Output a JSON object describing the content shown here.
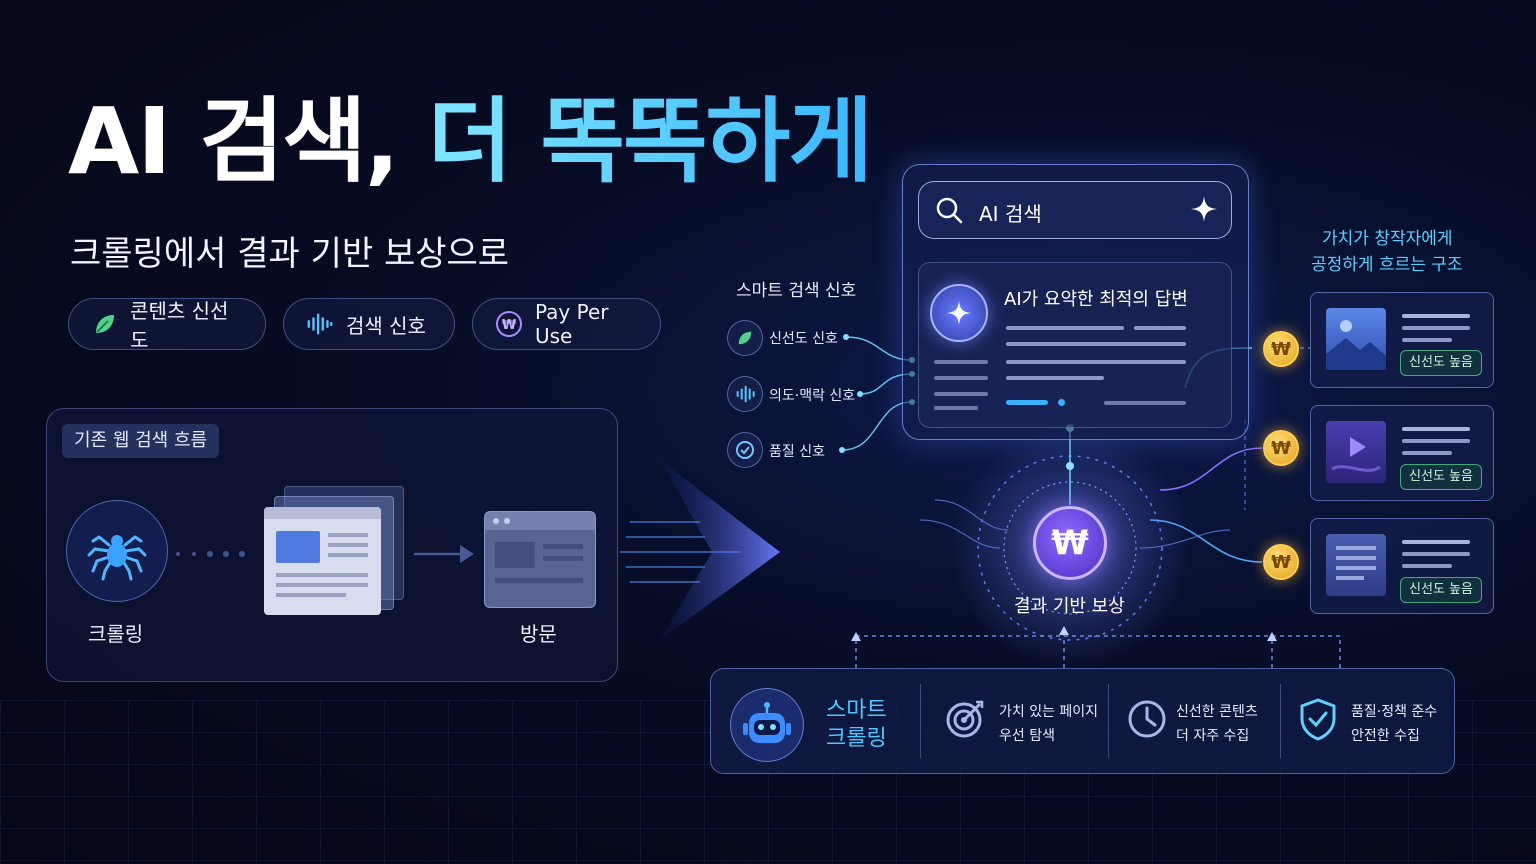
{
  "title": {
    "part_white": "AI 검색,",
    "part_cyan": "더 똑똑하게"
  },
  "subtitle": "크롤링에서 결과 기반 보상으로",
  "pills": [
    {
      "icon": "leaf-icon",
      "label": "콘텐츠 신선도"
    },
    {
      "icon": "soundwave-icon",
      "label": "검색 신호"
    },
    {
      "icon": "won-coin-icon",
      "label": "Pay Per Use"
    }
  ],
  "legacy_flow": {
    "tag": "기존 웹 검색 흐름",
    "crawl_label": "크롤링",
    "visit_label": "방문"
  },
  "signals": {
    "heading": "스마트 검색 신호",
    "items": [
      {
        "icon": "leaf-icon",
        "label": "신선도 신호"
      },
      {
        "icon": "soundwave-icon",
        "label": "의도·맥락 신호"
      },
      {
        "icon": "check-circle-icon",
        "label": "품질 신호"
      }
    ]
  },
  "search": {
    "placeholder": "AI 검색",
    "answer_title": "AI가 요약한 최적의 답변"
  },
  "reward": {
    "symbol": "₩",
    "label": "결과 기반 보상"
  },
  "creators": {
    "heading_line1": "가치가 창작자에게",
    "heading_line2": "공정하게 흐르는 구조",
    "coin_symbol": "₩",
    "cards": [
      {
        "thumb": "image-icon",
        "badge": "신선도 높음"
      },
      {
        "thumb": "video-icon",
        "badge": "신선도 높음"
      },
      {
        "thumb": "document-icon",
        "badge": "신선도 높음"
      }
    ]
  },
  "smart_crawl": {
    "title_line1": "스마트",
    "title_line2": "크롤링",
    "features": [
      {
        "icon": "target-icon",
        "line1": "가치 있는 페이지",
        "line2": "우선 탐색"
      },
      {
        "icon": "clock-icon",
        "line1": "신선한 콘텐츠",
        "line2": "더 자주 수집"
      },
      {
        "icon": "shield-check-icon",
        "line1": "품질·정책 준수",
        "line2": "안전한 수집"
      }
    ]
  },
  "colors": {
    "accent_cyan": "#4cc8ff",
    "accent_purple": "#7a5cff",
    "coin_gold": "#f2b533",
    "badge_green": "#4fd49a"
  }
}
